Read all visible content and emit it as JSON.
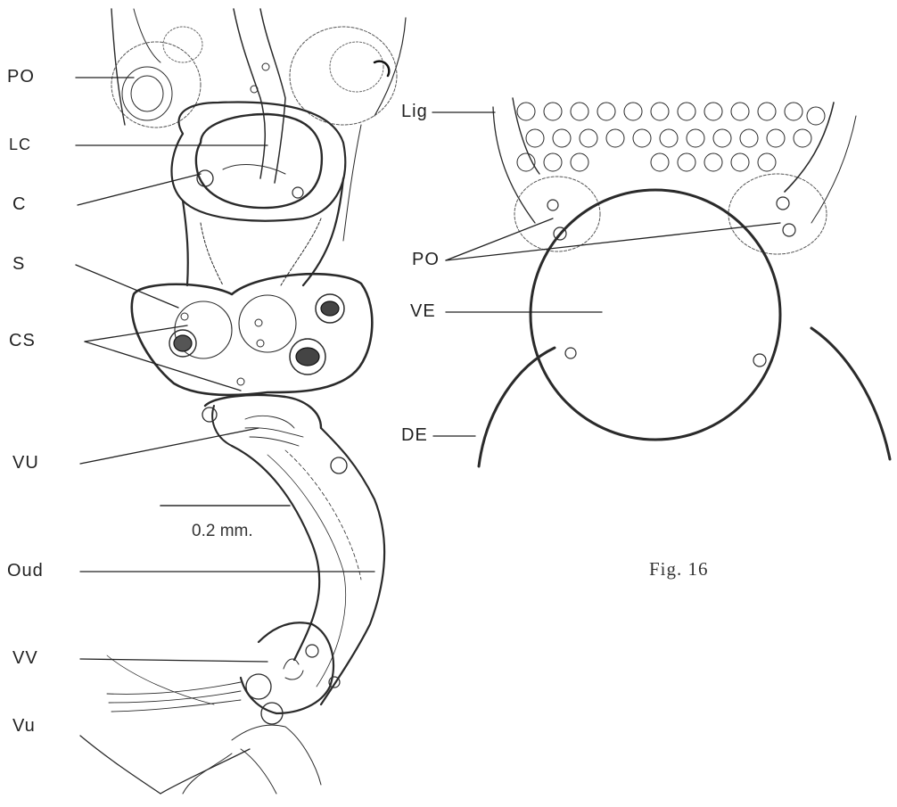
{
  "left_figure": {
    "labels": {
      "po": "PO",
      "lc": "LC",
      "c": "C",
      "s": "S",
      "cs": "CS",
      "vu_upper": "VU",
      "oud": "Oud",
      "vv": "VV",
      "vu_lower": "Vu"
    },
    "scale_bar": "0.2 mm."
  },
  "right_figure": {
    "labels": {
      "lig": "Lig",
      "po": "PO",
      "ve": "VE",
      "de": "DE"
    },
    "caption": "Fig. 16"
  }
}
